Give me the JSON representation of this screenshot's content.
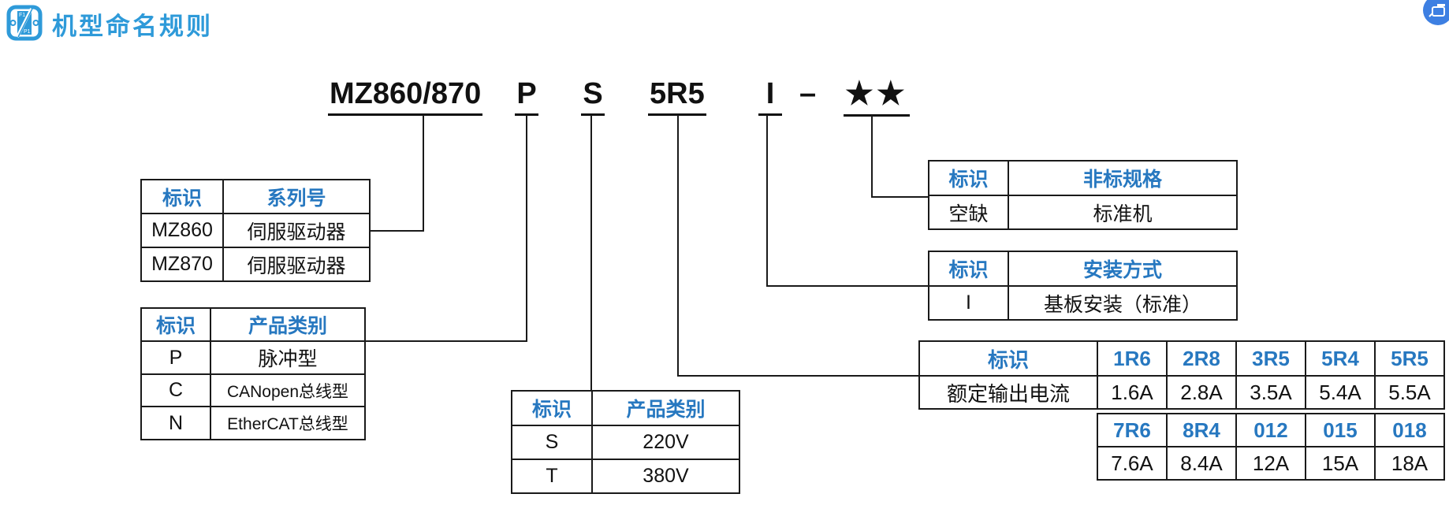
{
  "page": {
    "title": "机型命名规则"
  },
  "header_icon": {
    "name": "component-badge-icon",
    "top_label": "F1",
    "bottom_label": "P1"
  },
  "floating_button": {
    "icon": "image-viewer-icon"
  },
  "model_code": {
    "series": "MZ860/870",
    "product_type": "P",
    "voltage": "S",
    "current": "5R5",
    "mounting": "I",
    "separator": "–",
    "nonstandard": "★★"
  },
  "tables": {
    "series": {
      "headers": [
        "标识",
        "系列号"
      ],
      "rows": [
        [
          "MZ860",
          "伺服驱动器"
        ],
        [
          "MZ870",
          "伺服驱动器"
        ]
      ]
    },
    "product_type": {
      "headers": [
        "标识",
        "产品类别"
      ],
      "rows": [
        [
          "P",
          "脉冲型"
        ],
        [
          "C",
          "CANopen总线型"
        ],
        [
          "N",
          "EtherCAT总线型"
        ]
      ]
    },
    "voltage": {
      "headers": [
        "标识",
        "产品类别"
      ],
      "rows": [
        [
          "S",
          "220V"
        ],
        [
          "T",
          "380V"
        ]
      ]
    },
    "nonstandard": {
      "headers": [
        "标识",
        "非标规格"
      ],
      "rows": [
        [
          "空缺",
          "标准机"
        ]
      ]
    },
    "mounting": {
      "headers": [
        "标识",
        "安装方式"
      ],
      "rows": [
        [
          "I",
          "基板安装（标准）"
        ]
      ]
    },
    "current": {
      "header_label": "标识",
      "row_label": "额定输出电流",
      "codes_top": [
        "1R6",
        "2R8",
        "3R5",
        "5R4",
        "5R5"
      ],
      "values_top": [
        "1.6A",
        "2.8A",
        "3.5A",
        "5.4A",
        "5.5A"
      ],
      "codes_bottom": [
        "7R6",
        "8R4",
        "012",
        "015",
        "018"
      ],
      "values_bottom": [
        "7.6A",
        "8.4A",
        "12A",
        "15A",
        "18A"
      ]
    }
  },
  "colors": {
    "title_blue": "#2e9ad9",
    "table_header_blue": "#2778c0",
    "line_black": "#1a1a1a",
    "float_button_blue": "#3d7fe2"
  }
}
